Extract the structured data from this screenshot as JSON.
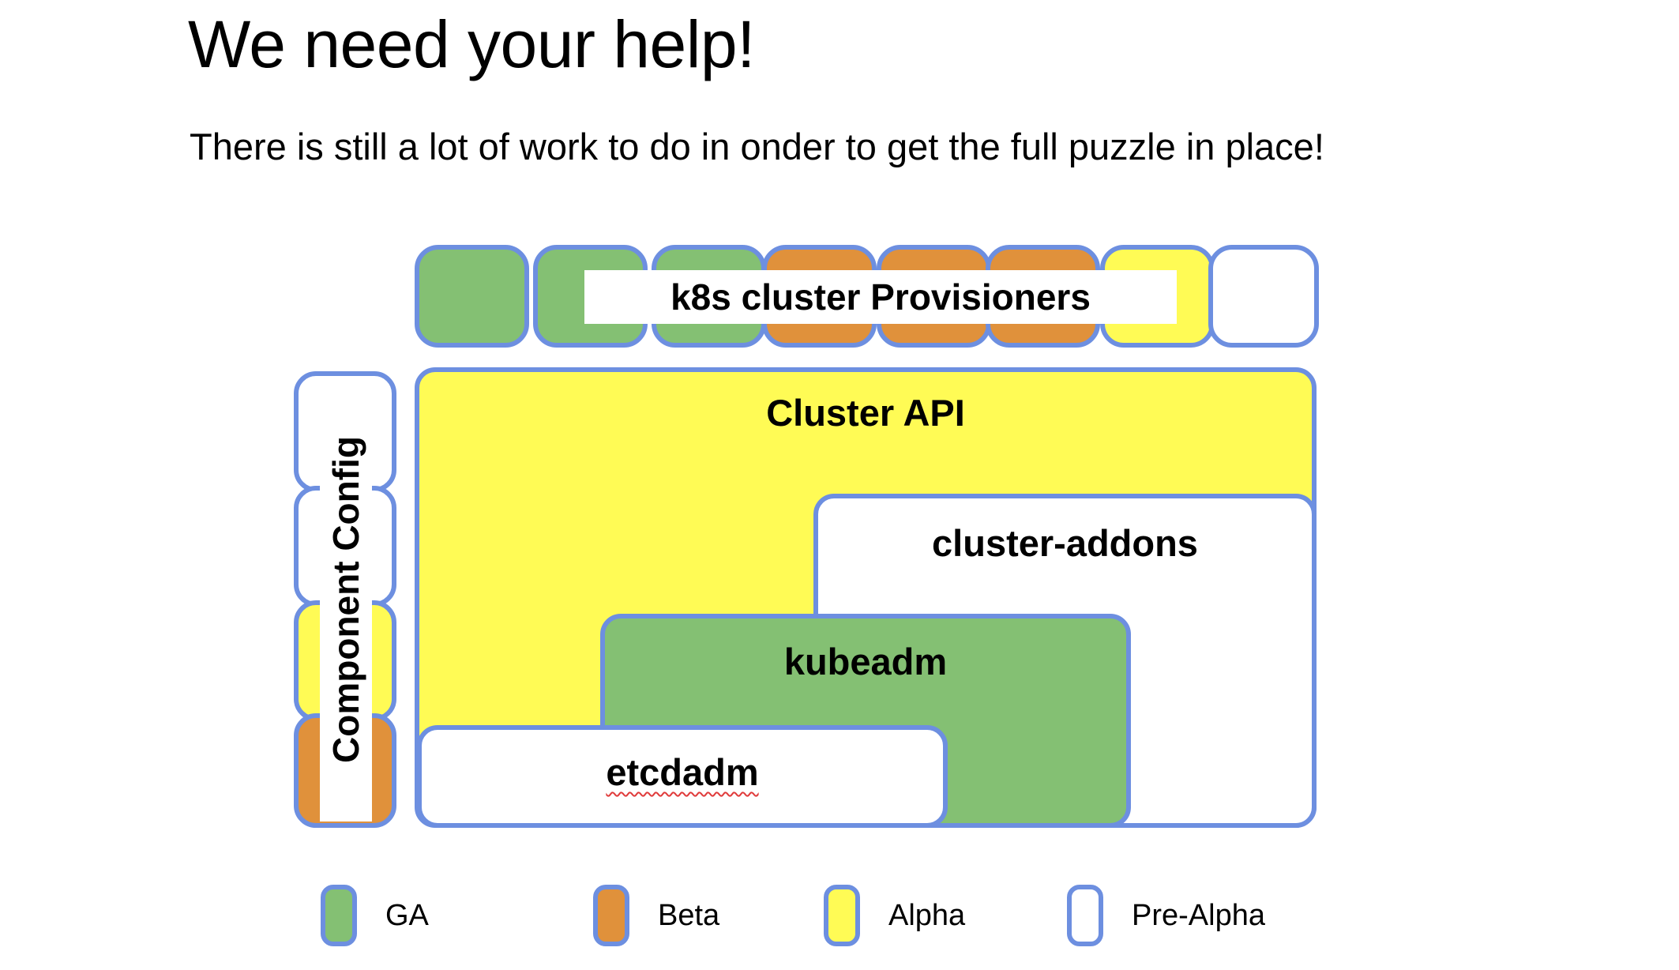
{
  "slide": {
    "title": "We need your help!",
    "subtitle": "There is still a lot of work to do in onder to get the full puzzle in place!"
  },
  "diagram": {
    "provisioners": {
      "label": "k8s cluster Provisioners",
      "boxes": [
        {
          "status": "GA",
          "color": "#84c073"
        },
        {
          "status": "GA",
          "color": "#84c073"
        },
        {
          "status": "GA",
          "color": "#84c073"
        },
        {
          "status": "Beta",
          "color": "#e0913b"
        },
        {
          "status": "Beta",
          "color": "#e0913b"
        },
        {
          "status": "Beta",
          "color": "#e0913b"
        },
        {
          "status": "Alpha",
          "color": "#fffb55"
        },
        {
          "status": "Pre-Alpha",
          "color": "#ffffff"
        }
      ]
    },
    "component_config": {
      "label": "Component Config",
      "boxes": [
        {
          "status": "Pre-Alpha",
          "color": "#ffffff"
        },
        {
          "status": "Pre-Alpha",
          "color": "#ffffff"
        },
        {
          "status": "Alpha",
          "color": "#fffb55"
        },
        {
          "status": "Beta",
          "color": "#e0913b"
        }
      ]
    },
    "components": {
      "cluster_api": {
        "label": "Cluster API",
        "status": "Alpha",
        "color": "#fffb55"
      },
      "cluster_addons": {
        "label": "cluster-addons",
        "status": "Pre-Alpha",
        "color": "#ffffff"
      },
      "kubeadm": {
        "label": "kubeadm",
        "status": "GA",
        "color": "#84c073"
      },
      "etcdadm": {
        "label": "etcdadm",
        "status": "Pre-Alpha",
        "color": "#ffffff"
      }
    }
  },
  "legend": {
    "items": [
      {
        "label": "GA",
        "color": "#84c073"
      },
      {
        "label": "Beta",
        "color": "#e0913b"
      },
      {
        "label": "Alpha",
        "color": "#fffb55"
      },
      {
        "label": "Pre-Alpha",
        "color": "#ffffff"
      }
    ]
  },
  "colors": {
    "border": "#6d8fe0",
    "ga": "#84c073",
    "beta": "#e0913b",
    "alpha": "#fffb55",
    "pre_alpha": "#ffffff",
    "spellcheck_underline": "#e03b3b"
  }
}
